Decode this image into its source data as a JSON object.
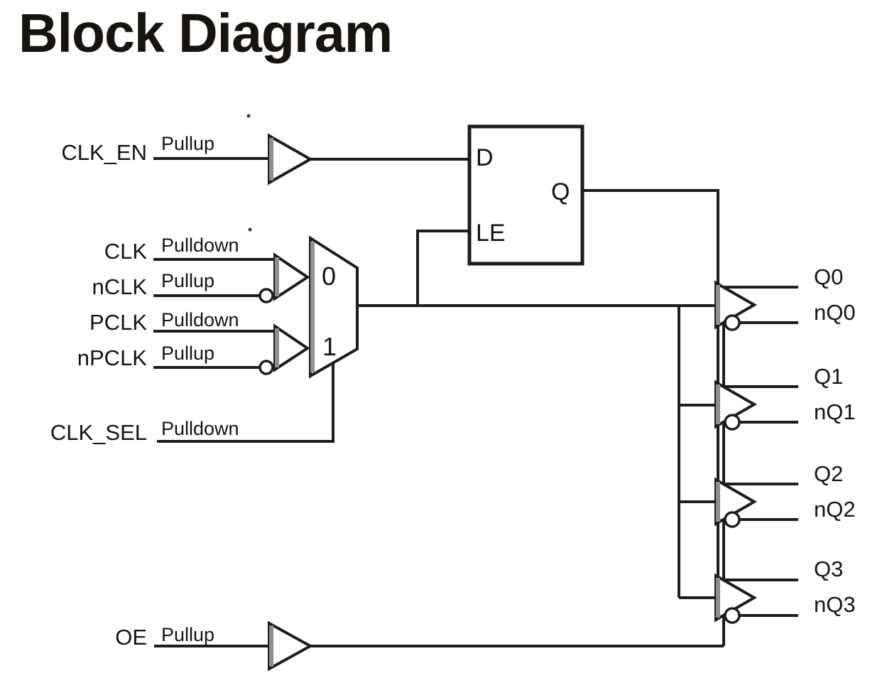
{
  "title": "Block Diagram",
  "diagram": {
    "inputs": [
      {
        "name": "CLK_EN",
        "resistor": "Pullup"
      },
      {
        "name": "CLK",
        "resistor": "Pulldown"
      },
      {
        "name": "nCLK",
        "resistor": "Pullup"
      },
      {
        "name": "PCLK",
        "resistor": "Pulldown"
      },
      {
        "name": "nPCLK",
        "resistor": "Pullup"
      },
      {
        "name": "CLK_SEL",
        "resistor": "Pulldown"
      },
      {
        "name": "OE",
        "resistor": "Pullup"
      }
    ],
    "latch": {
      "d_label": "D",
      "q_label": "Q",
      "le_label": "LE"
    },
    "mux": {
      "input0_label": "0",
      "input1_label": "1"
    },
    "outputs": [
      {
        "pos": "Q0",
        "neg": "nQ0"
      },
      {
        "pos": "Q1",
        "neg": "nQ1"
      },
      {
        "pos": "Q2",
        "neg": "nQ2"
      },
      {
        "pos": "Q3",
        "neg": "nQ3"
      }
    ],
    "colors": {
      "wire": "#1f1c1a",
      "shape_edge": "#8f8f8f",
      "text": "#17130f",
      "background": "#ffffff"
    }
  }
}
